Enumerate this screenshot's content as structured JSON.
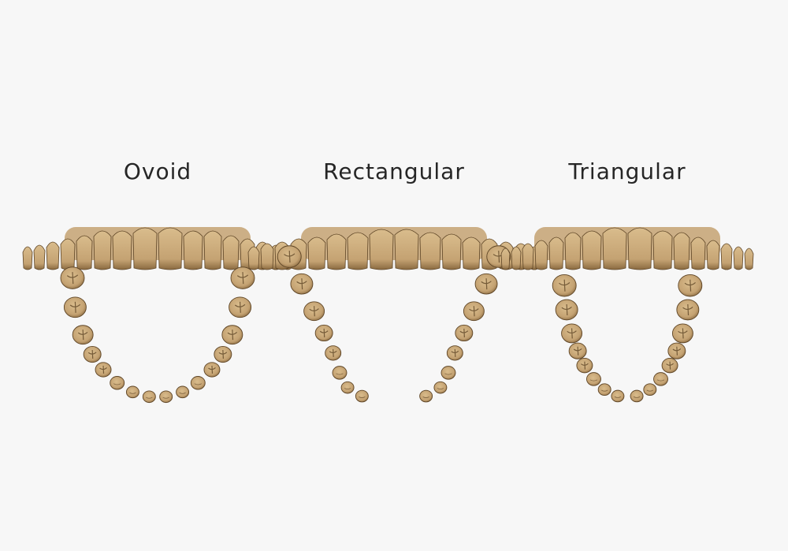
{
  "figure": {
    "arches": [
      {
        "id": "ovoid",
        "label": "Ovoid",
        "shape": "ovoid"
      },
      {
        "id": "rectangular",
        "label": "Rectangular",
        "shape": "rectangular"
      },
      {
        "id": "triangular",
        "label": "Triangular",
        "shape": "triangular"
      }
    ]
  },
  "colors": {
    "background": "#f7f7f7",
    "tooth_light": "#d9bc8c",
    "tooth_mid": "#c4a272",
    "tooth_dark": "#8a6a40",
    "tooth_shadow": "#5e4526",
    "label": "#262626"
  }
}
